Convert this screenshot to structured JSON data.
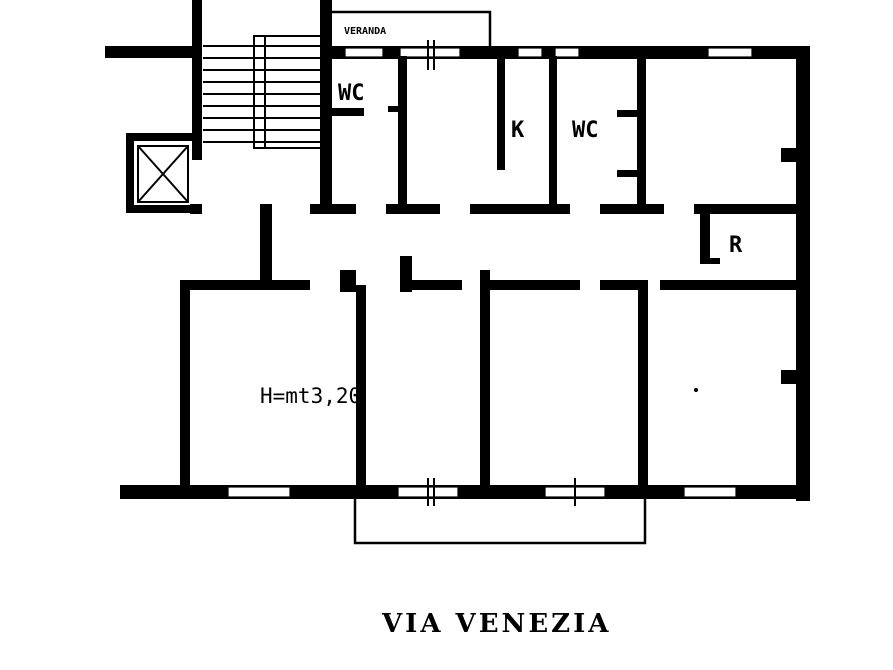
{
  "floor_plan": {
    "labels": {
      "veranda": "VERANDA",
      "wc_left": "WC",
      "kitchen": "K",
      "wc_right": "WC",
      "storage": "R",
      "ceiling_height": "H=mt3,20"
    },
    "street_name": "VIA VENEZIA"
  }
}
